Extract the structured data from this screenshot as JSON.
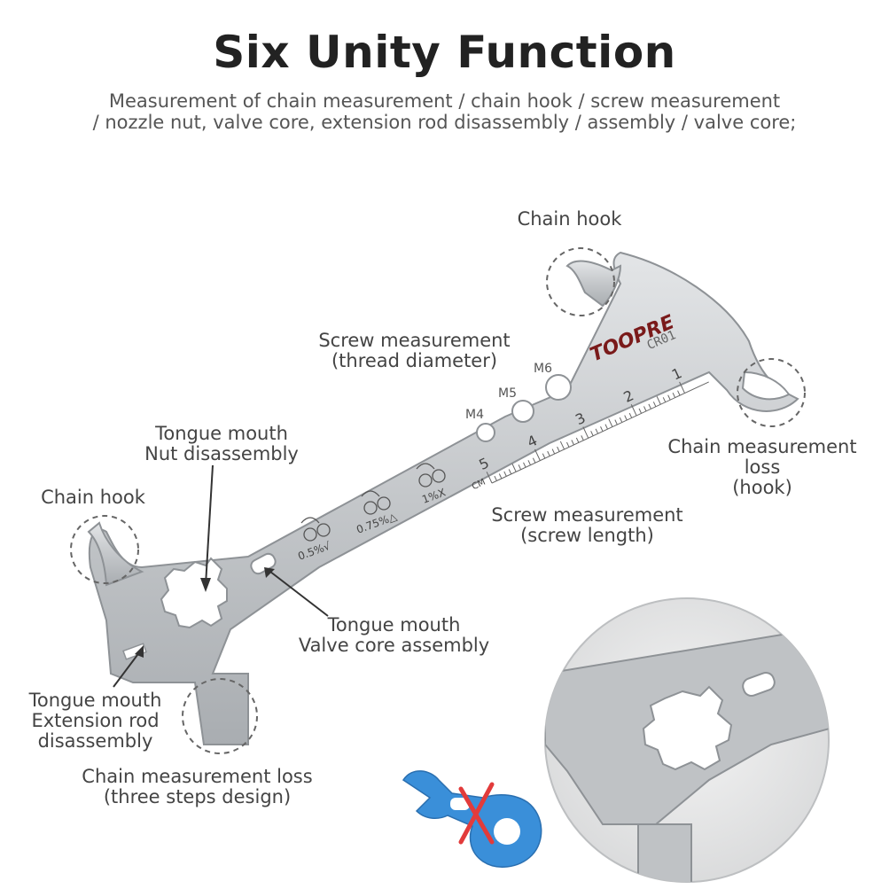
{
  "title": "Six Unity Function",
  "subtitle_lines": [
    "Measurement of chain measurement / chain hook / screw measurement",
    "/ nozzle nut, valve core, extension rod disassembly / assembly / valve core;"
  ],
  "labels": {
    "chain_hook_top": "Chain hook",
    "screw_thread": [
      "Screw measurement",
      "(thread diameter)"
    ],
    "chain_loss_hook": [
      "Chain measurement",
      "loss",
      "(hook)"
    ],
    "tongue_nut": [
      "Tongue mouth",
      "Nut disassembly"
    ],
    "chain_hook_left": "Chain hook",
    "screw_length": [
      "Screw measurement",
      "(screw length)"
    ],
    "tongue_valve": [
      "Tongue mouth",
      "Valve core assembly"
    ],
    "tongue_extension": [
      "Tongue mouth",
      "Extension rod",
      "disassembly"
    ],
    "chain_loss_steps": [
      "Chain measurement loss",
      "(three steps design)"
    ]
  },
  "tool_markings": {
    "brand": "TOOPRE",
    "model": "CR01",
    "holes": [
      "M4",
      "M5",
      "M6"
    ],
    "ruler_numbers": [
      "1",
      "2",
      "3",
      "4",
      "5"
    ],
    "ruler_unit": "CM",
    "wear_marks": [
      "0.5%√",
      "0.75%△",
      "1%X"
    ]
  },
  "colors": {
    "steel": "#c9cccf",
    "steel_dark": "#8e9296",
    "brand_red": "#7a1a1a",
    "blue_tool": "#3a8fd9",
    "cross_red": "#e23b3b",
    "dash": "#666666"
  }
}
